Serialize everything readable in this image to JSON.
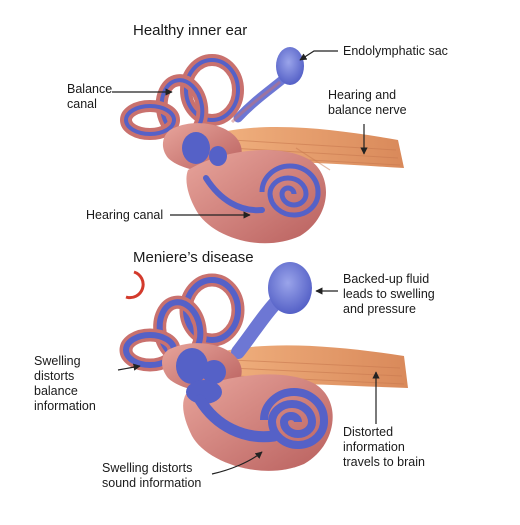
{
  "healthy": {
    "title": "Healthy inner ear",
    "labels": {
      "endolymphatic_sac": "Endolymphatic sac",
      "balance_canal": "Balance\ncanal",
      "hearing_balance_nerve": "Hearing and\nbalance nerve",
      "hearing_canal": "Hearing canal"
    }
  },
  "meniere": {
    "title": "Meniere’s disease",
    "labels": {
      "backed_up_fluid": "Backed-up fluid\nleads to swelling\nand pressure",
      "swelling_balance": "Swelling\ndistorts\nbalance\ninformation",
      "distorted_info": "Distorted\ninformation\ntravels to brain",
      "swelling_sound": "Swelling distorts\nsound information"
    }
  },
  "colors": {
    "tissue": "#c9716e",
    "tissue_light": "#e7a39a",
    "fluid": "#5561c7",
    "fluid_light": "#8a94e0",
    "nerve": "#e8a070",
    "nerve_stripe": "#c97a50",
    "arrow": "#222222",
    "partial_circle": "#d33a2c"
  }
}
